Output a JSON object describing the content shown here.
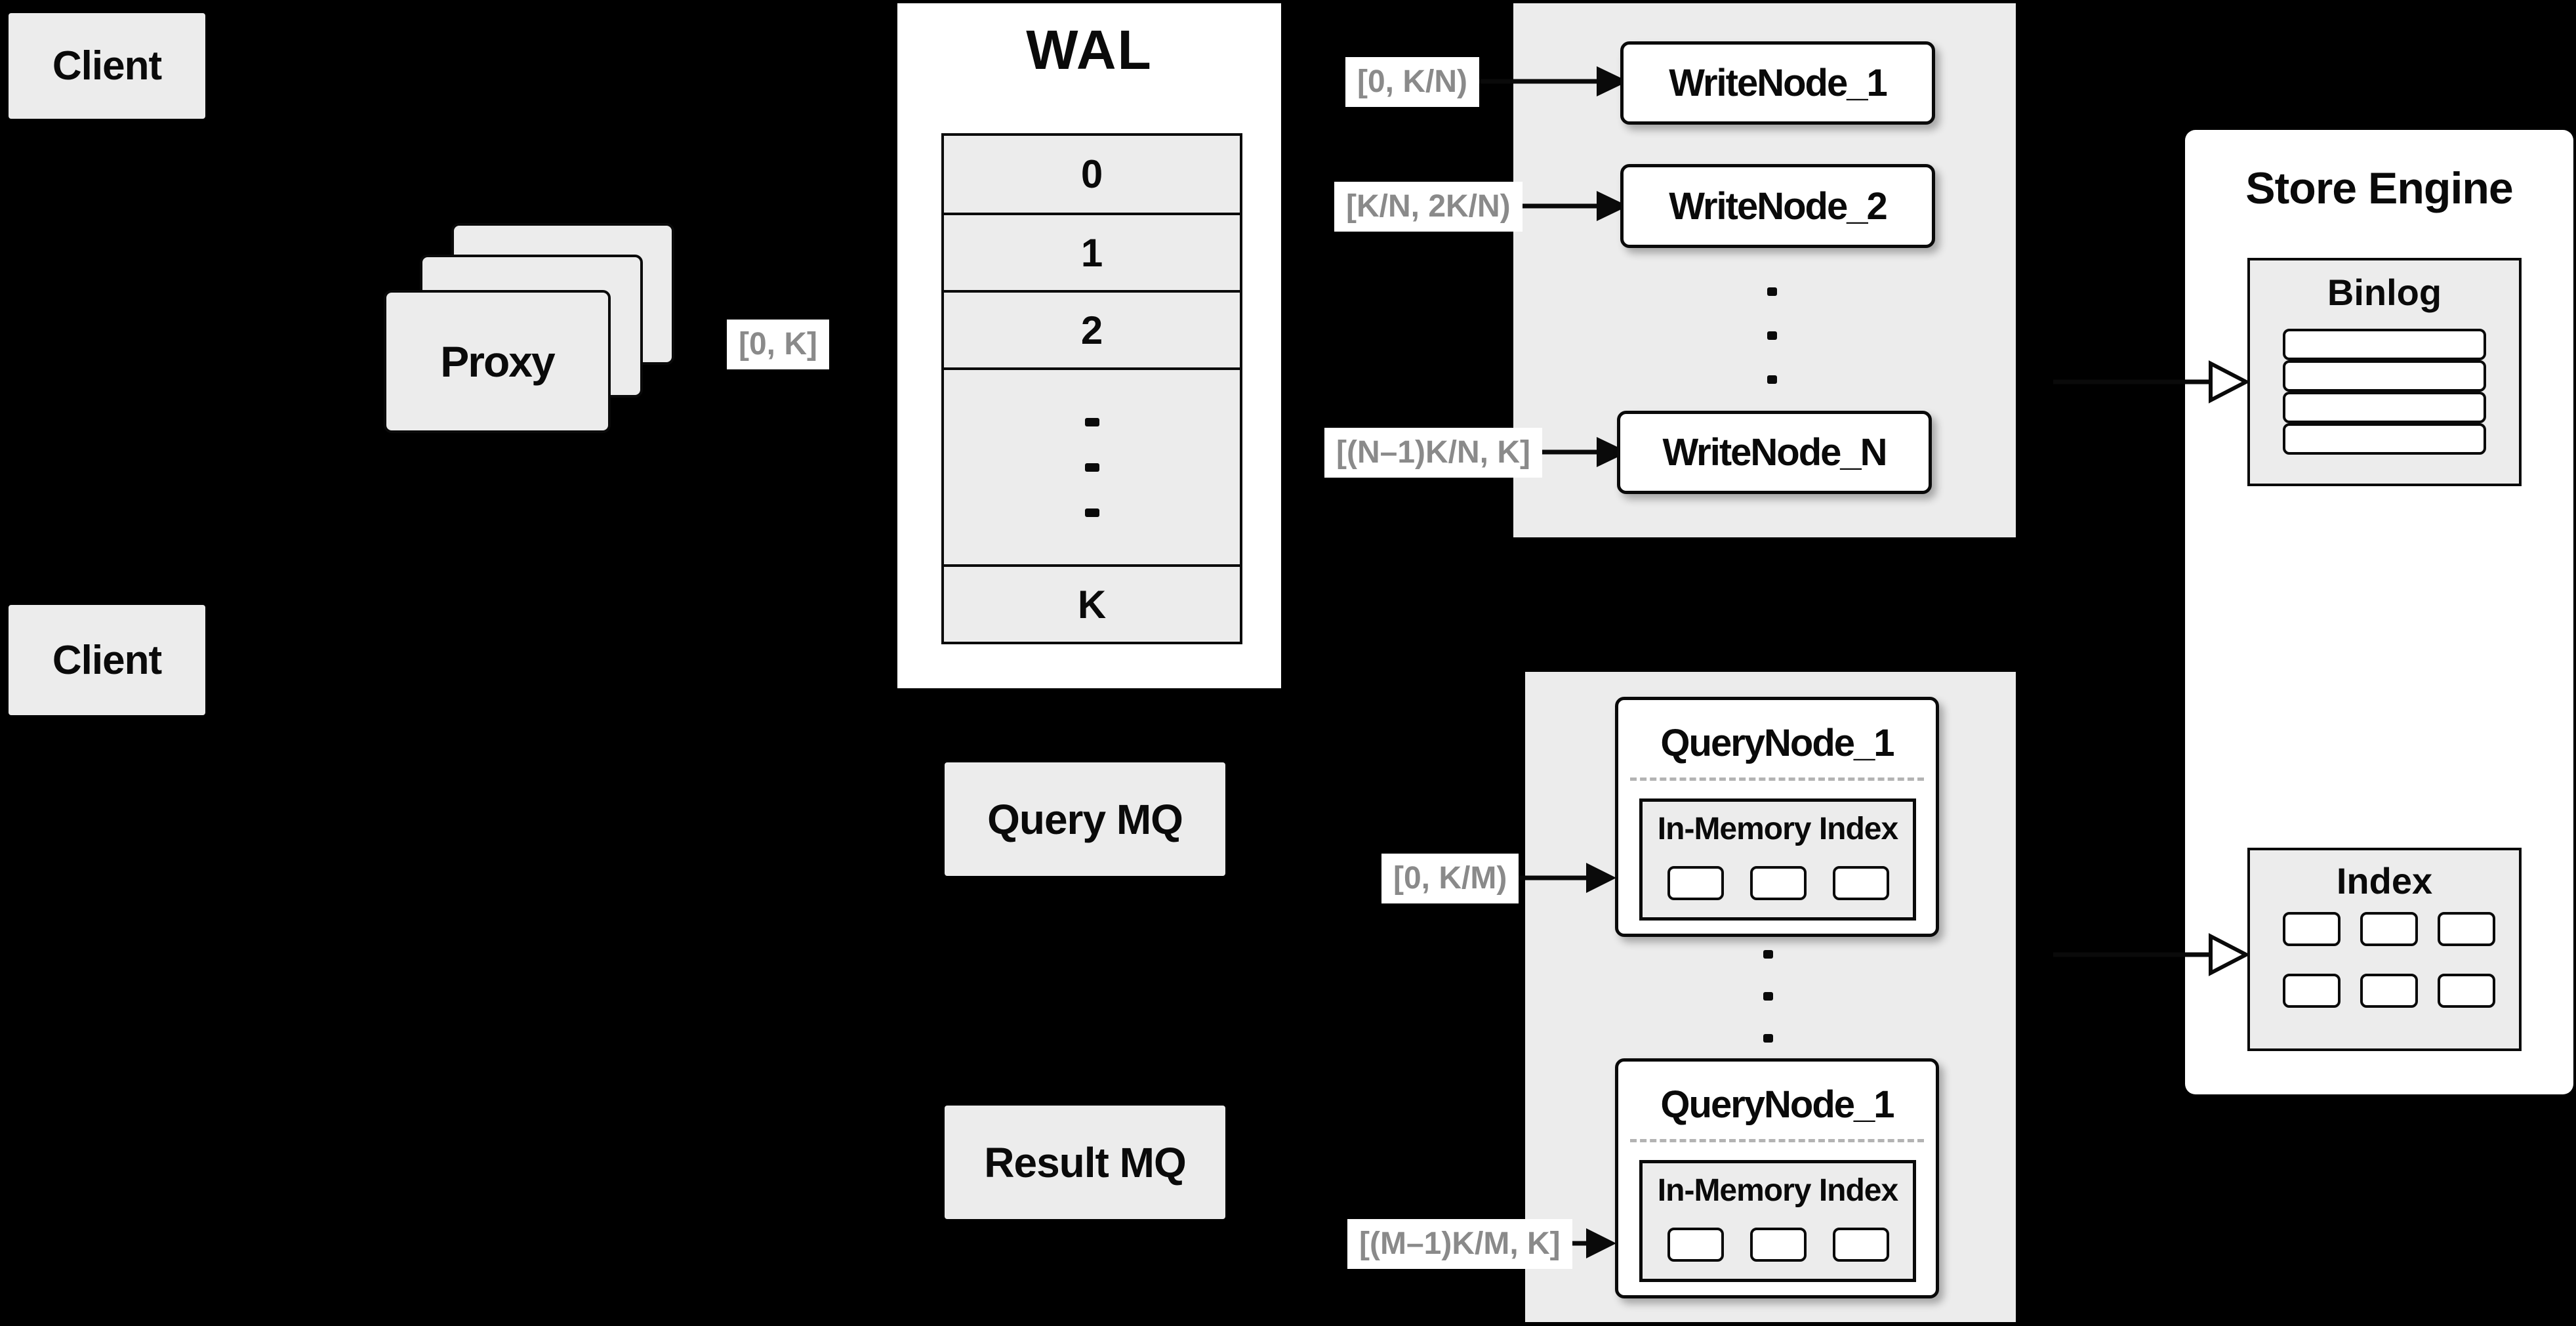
{
  "canvas": {
    "background": "#000000"
  },
  "palette": {
    "panel_gray": "#ececec",
    "white": "#ffffff",
    "ink": "#0a0a0a",
    "range_label_text": "#8a8a8a",
    "dashed_divider": "#b3b3b3"
  },
  "clients": {
    "top": "Client",
    "bottom": "Client"
  },
  "proxy": {
    "label": "Proxy"
  },
  "wal": {
    "title": "WAL",
    "rows": [
      "0",
      "1",
      "2",
      "K"
    ]
  },
  "write_group": {
    "nodes": [
      "WriteNode_1",
      "WriteNode_2",
      "WriteNode_N"
    ]
  },
  "query_group": {
    "nodes": [
      {
        "title": "QueryNode_1",
        "index_title": "In-Memory Index"
      },
      {
        "title": "QueryNode_1",
        "index_title": "In-Memory Index"
      }
    ]
  },
  "mq": {
    "query": "Query MQ",
    "result": "Result MQ"
  },
  "store_engine": {
    "title": "Store Engine",
    "binlog_title": "Binlog",
    "index_title": "Index"
  },
  "range_labels": {
    "proxy_out": "[0, K]",
    "write_1": "[0,  K/N)",
    "write_2": "[K/N, 2K/N)",
    "write_n": "[(N–1)K/N,  K]",
    "query_first": "[0, K/M)",
    "query_last": "[(M–1)K/M, K]"
  }
}
